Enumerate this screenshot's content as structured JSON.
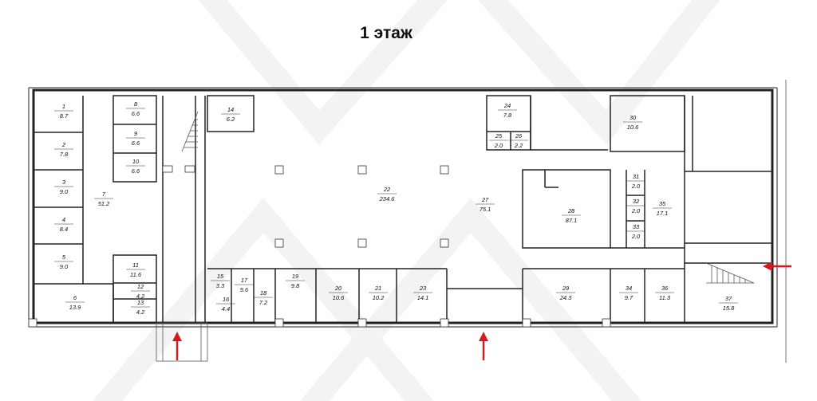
{
  "title": "1 этаж",
  "colors": {
    "arrow": "#d31b1b",
    "wall": "#222222",
    "watermark": "#f3f3f3"
  },
  "rooms": [
    {
      "num": "1",
      "area": "8.7"
    },
    {
      "num": "2",
      "area": "7.8"
    },
    {
      "num": "3",
      "area": "9.0"
    },
    {
      "num": "4",
      "area": "8.4"
    },
    {
      "num": "5",
      "area": "9.0"
    },
    {
      "num": "6",
      "area": "13.9"
    },
    {
      "num": "7",
      "area": "51.2"
    },
    {
      "num": "8",
      "area": "6.6"
    },
    {
      "num": "9",
      "area": "6.6"
    },
    {
      "num": "10",
      "area": "6.6"
    },
    {
      "num": "11",
      "area": "11.6"
    },
    {
      "num": "12",
      "area": "4.2"
    },
    {
      "num": "13",
      "area": "4.2"
    },
    {
      "num": "14",
      "area": "6.2"
    },
    {
      "num": "15",
      "area": "3.3"
    },
    {
      "num": "16",
      "area": "4.4"
    },
    {
      "num": "17",
      "area": "5.6"
    },
    {
      "num": "18",
      "area": "7.2"
    },
    {
      "num": "19",
      "area": "9.8"
    },
    {
      "num": "20",
      "area": "10.6"
    },
    {
      "num": "21",
      "area": "10.2"
    },
    {
      "num": "22",
      "area": "234.6"
    },
    {
      "num": "23",
      "area": "14.1"
    },
    {
      "num": "24",
      "area": "7.8"
    },
    {
      "num": "25",
      "area": "2.0"
    },
    {
      "num": "26",
      "area": "2.2"
    },
    {
      "num": "27",
      "area": "75.1"
    },
    {
      "num": "28",
      "area": "87.1"
    },
    {
      "num": "29",
      "area": "24.3"
    },
    {
      "num": "30",
      "area": "10.6"
    },
    {
      "num": "31",
      "area": "2.0"
    },
    {
      "num": "32",
      "area": "2.0"
    },
    {
      "num": "33",
      "area": "2.0"
    },
    {
      "num": "34",
      "area": "9.7"
    },
    {
      "num": "35",
      "area": "17.1"
    },
    {
      "num": "36",
      "area": "11.3"
    },
    {
      "num": "37",
      "area": "15.8"
    }
  ]
}
